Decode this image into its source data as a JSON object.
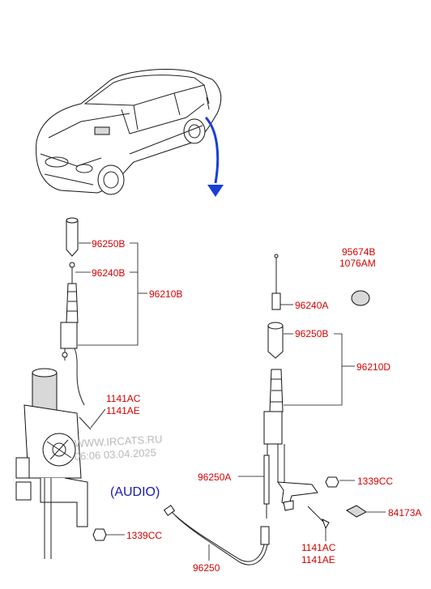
{
  "callouts": {
    "b1_96250B": "96250B",
    "b1_96240B": "96240B",
    "b1_96210B": "96210B",
    "b1_1141AC": "1141AC",
    "b1_1141AE": "1141AE",
    "b1_1339CC": "1339CC",
    "b2_95674B": "95674B",
    "b2_1076AM": "1076AM",
    "b2_96240A": "96240A",
    "b2_96250B": "96250B",
    "b2_96210D": "96210D",
    "b2_96250A": "96250A",
    "b2_1339CC": "1339CC",
    "b2_84173A": "84173A",
    "b2_1141AC": "1141AC",
    "b2_1141AE": "1141AE",
    "audio_96250": "96250"
  },
  "audio_label": "(AUDIO)",
  "watermark": {
    "line1": "WWW.IRCATS.RU",
    "line2": "06:06 03.04.2025"
  },
  "colors": {
    "callout": "#d40000",
    "audio": "#1a1aa8",
    "arrow": "#1a3fd6",
    "watermark": "#b9b9b9"
  }
}
